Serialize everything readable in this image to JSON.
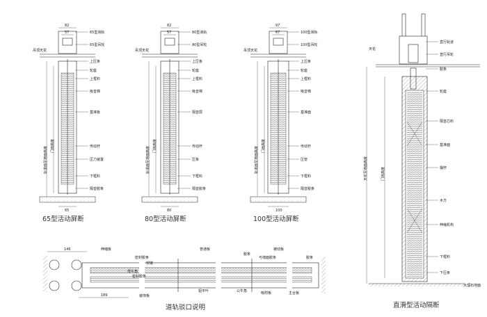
{
  "section_65": {
    "title": "65型活动屏断",
    "dim_top_outer": "82",
    "dim_top_inner": "57",
    "dim_bottom": "65",
    "ceiling": "吊顶天花",
    "height_track": "轨道面至地面高度",
    "height_door": "门扇高度",
    "labels": [
      "65型滑轨",
      "65型吊轮",
      "上压条",
      "轮座",
      "上框料",
      "吸音棉",
      "基准板",
      "传动杆",
      "压力装置",
      "下框料",
      "隔音胶条"
    ]
  },
  "section_80": {
    "title": "80型活动屏断",
    "dim_top_outer": "82",
    "dim_top_inner": "57",
    "dim_bottom": "80",
    "ceiling": "吊顶天花",
    "height_track": "轨道面至地面高度",
    "height_door": "门扇高度",
    "labels": [
      "80型滑轨",
      "80型吊轮",
      "上压条",
      "轮座",
      "上框料",
      "吸音棉",
      "隔音层",
      "传动杆",
      "压条",
      "下框料",
      "隔音胶条"
    ]
  },
  "section_100": {
    "title": "100型活动屏断",
    "dim_top_outer": "97",
    "dim_top_inner": "67",
    "dim_bottom": "100",
    "ceiling": "吊顶天花",
    "height_track": "轨道面至地面高度",
    "height_door": "门扇高度",
    "labels": [
      "100型滑轨",
      "100型吊轮",
      "上压条",
      "轮座",
      "上框料",
      "吸音棉",
      "基准面",
      "传动杆",
      "压管",
      "下框料",
      "隔音胶条"
    ]
  },
  "section_straight": {
    "title": "直滑型活动隔断",
    "ceiling": "天花",
    "floor": "大理石地面",
    "height_track": "天花至地面高度",
    "height_door": "门扇高度",
    "labels": [
      "直行轨道",
      "直行吊轮",
      "胶条",
      "轮座",
      "隔音芯料",
      "基准面",
      "摆杆",
      "木方",
      "伸缩机构",
      "下框料",
      "下压条"
    ]
  },
  "track_joint": {
    "title": "道轨驳口说明",
    "dim_top": "146",
    "dim_bottom": "189",
    "panel_names": [
      "伸缩板",
      "普通板",
      "被动板"
    ],
    "labels": [
      "密封胶条",
      "铰链",
      "母牛角",
      "密封胶条",
      "装饰板",
      "胶条",
      "铝平叶",
      "公牛角",
      "与墙面胶条",
      "吸附板",
      "主合板",
      "胶条"
    ]
  }
}
